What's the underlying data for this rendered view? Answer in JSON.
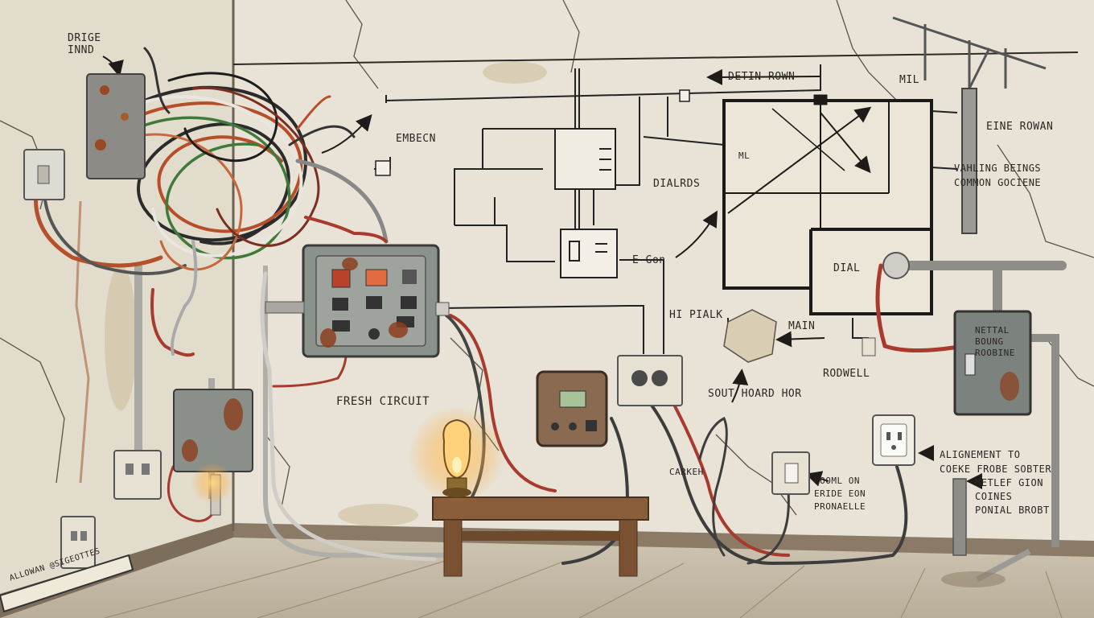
{
  "scene": {
    "labels": {
      "drainage_inlet": "DRIGE\nINND",
      "drain_room": "DETIN ROWN",
      "embed": "EMBECN",
      "dialrds": "DIALRDS",
      "mil": "MIL",
      "grid_in": "E Gon",
      "hi_pialk": "HI PIALK",
      "main": "MAIN",
      "fresh_circuit": "FRESH CIRCUIT",
      "sout_hoard": "SOUT HOARD HOR",
      "ml_room": "ML",
      "dial_room": "DIAL",
      "rodwell": "RODWELL",
      "eine_rowan": "EINE ROWAN",
      "warning_panel": "VAHLING BEINGS\nCOMMON GOCIENE",
      "neutral_panel": "NETTAL\nBOUNG\nROOBINE",
      "alignment_note": "ALIGNEMENT TO\nCOEKE FROBE SOBTER",
      "metal_pipe": "METLEF GION\nCOINES\nPONIAL BROBT",
      "outlet_note": "LOOML ON\nERIDE EON\nPRONAELLE",
      "carkeh": "CARKEH",
      "corner_sign": "ALLOWAN @SIGEOTTES"
    }
  }
}
